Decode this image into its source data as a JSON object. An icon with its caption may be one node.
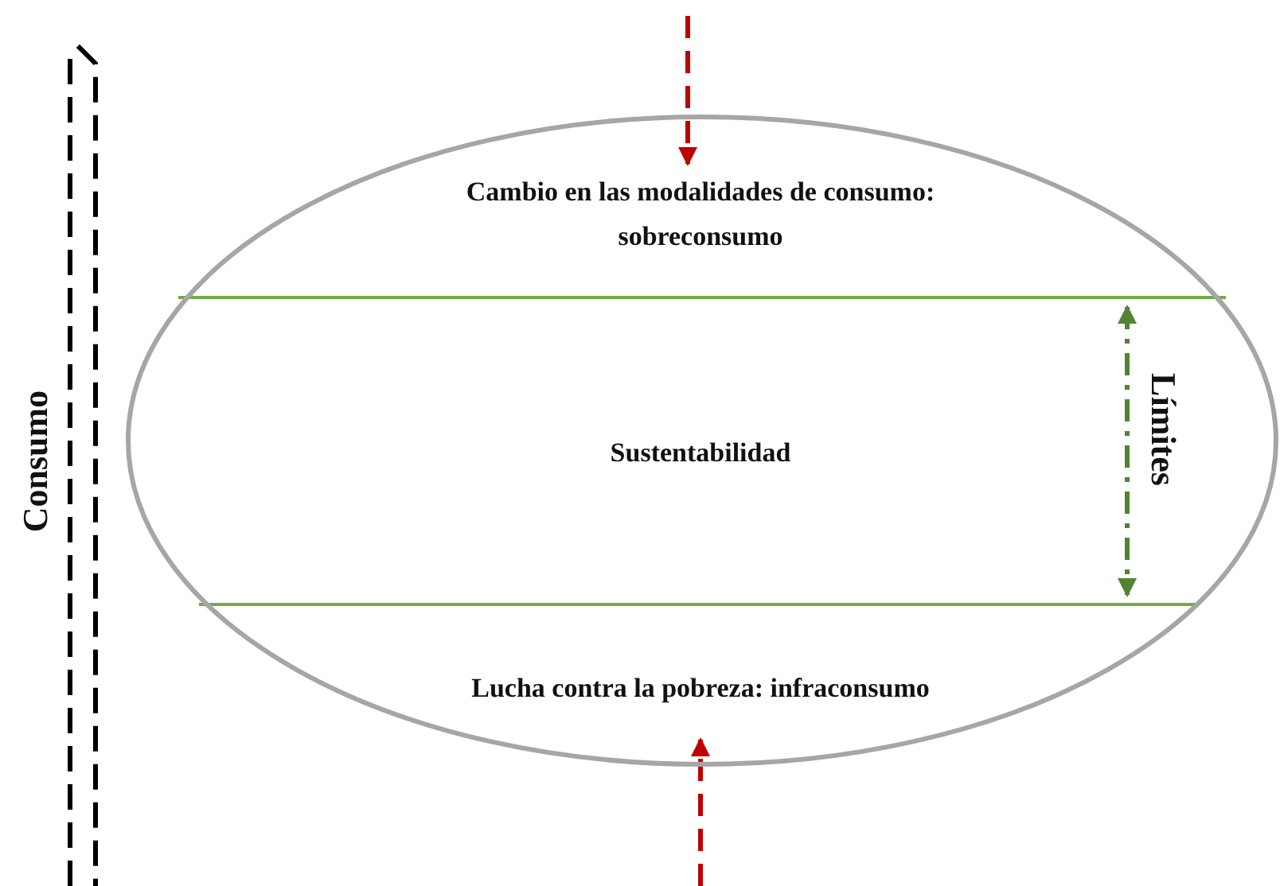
{
  "diagram": {
    "nodes": [
      {
        "text": [],
        "shape": "ellipse"
      },
      {
        "text": [
          "Cambio en las modalidades de consumo: sobreconsumo"
        ],
        "in": 0
      },
      {
        "text": [
          "Sustentabilidad"
        ],
        "in": 0
      },
      {
        "text": [
          "Lucha contra la pobreza: infraconsumo"
        ],
        "in": 0
      }
    ],
    "edges": [
      {
        "from": null,
        "to": 1,
        "arrow": "to",
        "style": "dashed"
      },
      {
        "from": null,
        "to": 3,
        "arrow": "to",
        "style": "dashed"
      }
    ],
    "labels": [
      "Consumo",
      "Límites"
    ]
  }
}
